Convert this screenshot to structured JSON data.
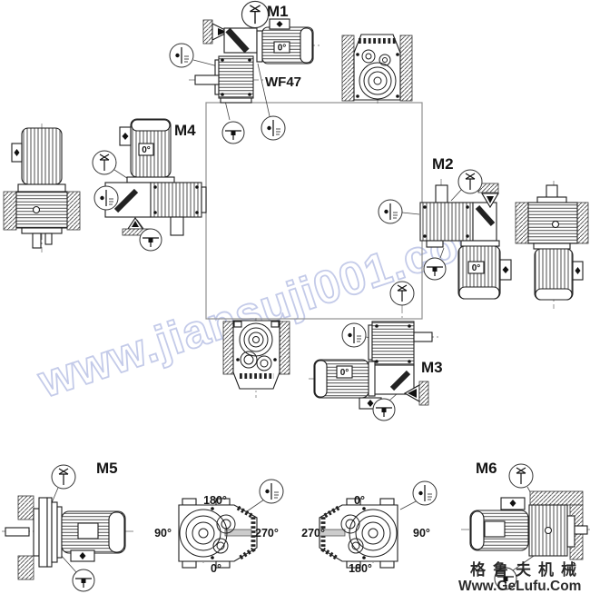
{
  "figure": {
    "product_code": "WF47",
    "motor_angle": "0°",
    "labels": {
      "m1": "M1",
      "m2": "M2",
      "m3": "M3",
      "m4": "M4",
      "m5": "M5",
      "m6": "M6"
    },
    "angle_view_left": {
      "top": "180°",
      "left": "90°",
      "right": "270°",
      "bottom": "0°"
    },
    "angle_view_right": {
      "top": "0°",
      "left": "270°",
      "right": "90°",
      "bottom": "180°"
    }
  },
  "icons": {
    "vent": "breather-vent plug symbol (X on stem in circle)",
    "level": "oil-level plug symbol (vertical line with side plug in circle)",
    "drain": "oil-drain plug symbol (horizontal line with plug in circle)"
  },
  "watermark": {
    "text": "www.jiansuji001.com",
    "color": "#c4cbe9"
  },
  "logo": {
    "line1": "格鲁夫机械",
    "line2": "Www.GeLufu.Com",
    "color": "#c4504f"
  },
  "colors": {
    "line": "#1c1c1c",
    "square": "#8f8f8f"
  }
}
